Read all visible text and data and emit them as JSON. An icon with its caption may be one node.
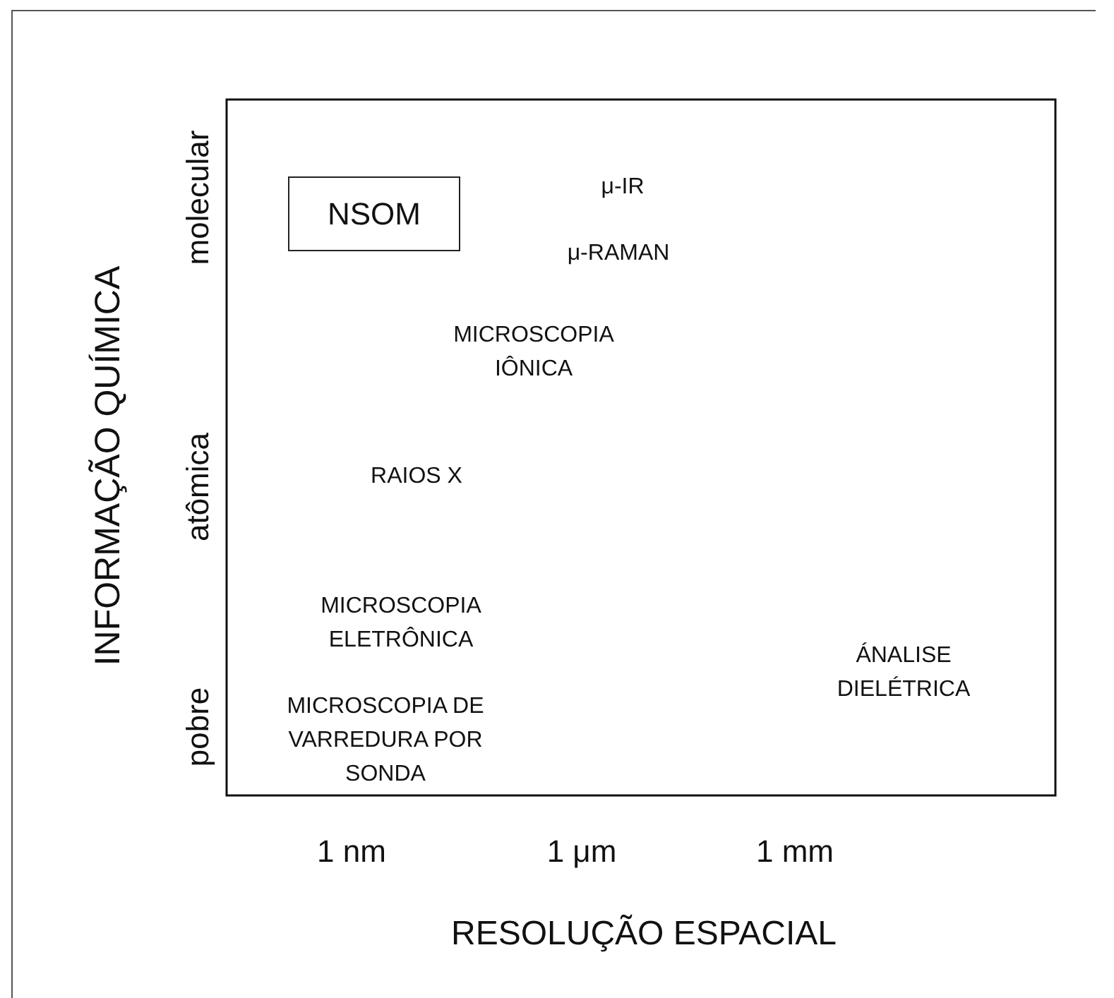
{
  "diagram": {
    "nodes": [
      {
        "text": [
          "NSOM"
        ]
      }
    ],
    "edges": [],
    "labels": [
      "INFORMAÇÃO QUÍMICA",
      "molecular",
      "μ-IR",
      "μ-RAMAN",
      "MICROSCOPIA IÔNICA",
      "atômica",
      "RAIOS X",
      "MICROSCOPIA ELETRÔNICA",
      "ÁNALISE DIELÉTRICA",
      "pobre",
      "MICROSCOPIA DE VARREDURA POR SONDA",
      "1 nm",
      "1 μm",
      "1 mm",
      "RESOLUÇÃO ESPACIAL"
    ]
  }
}
